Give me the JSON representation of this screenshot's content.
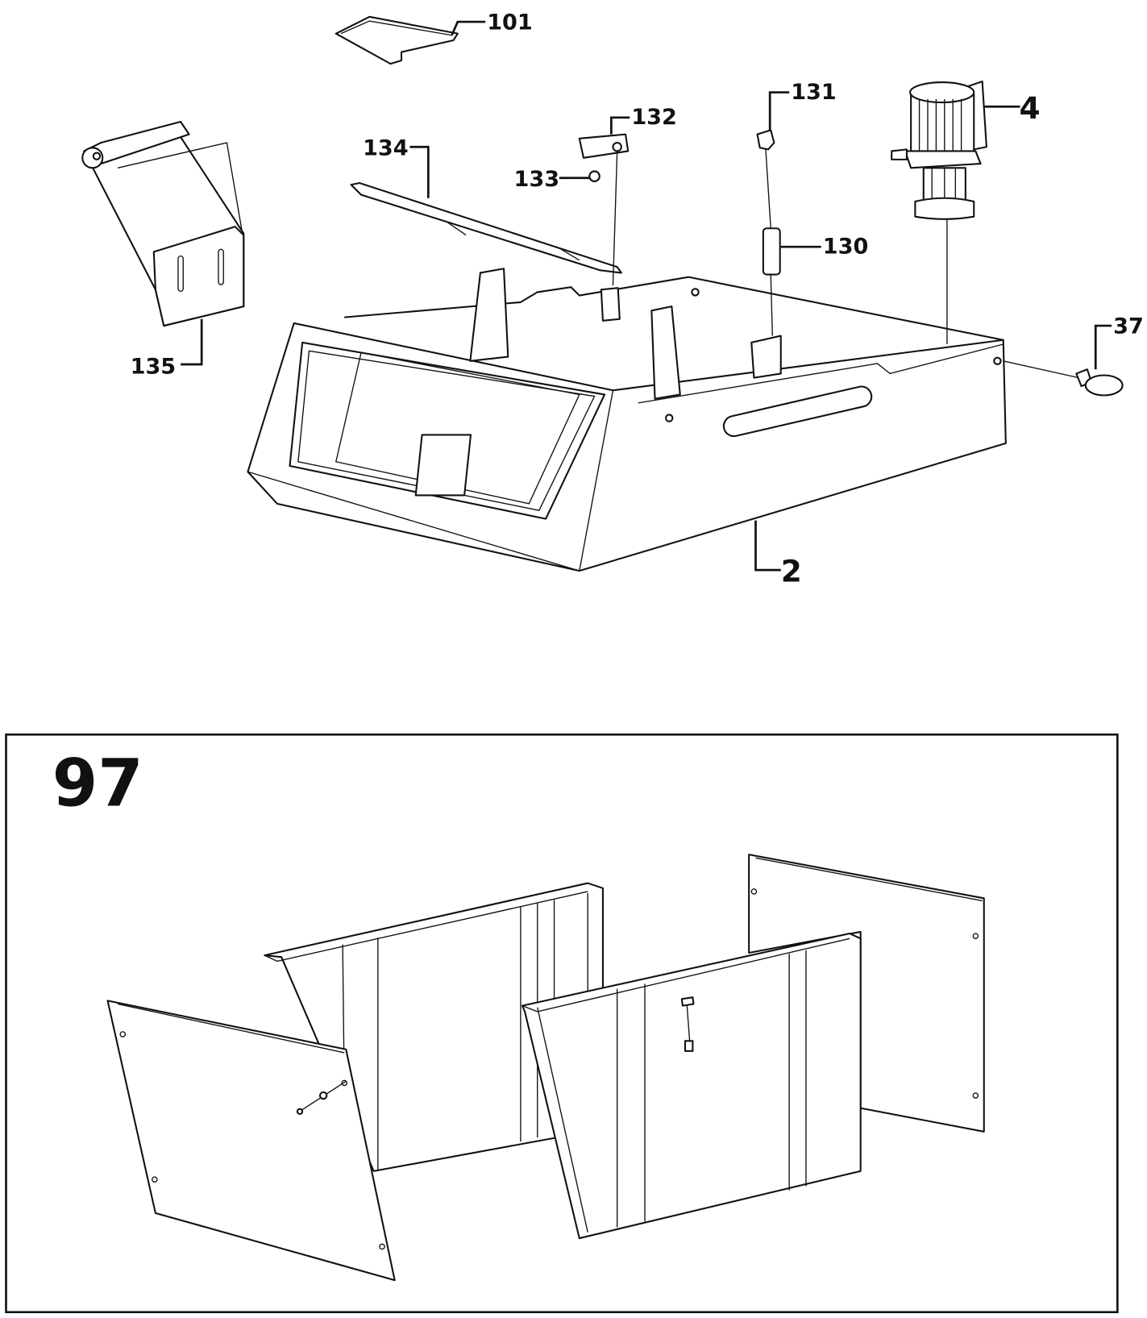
{
  "callouts": {
    "p101": "101",
    "p131": "131",
    "p4": "4",
    "p132": "132",
    "p134": "134",
    "p133": "133",
    "p130": "130",
    "p37": "37",
    "p135": "135",
    "p2": "2"
  },
  "inset": {
    "title": "97"
  }
}
